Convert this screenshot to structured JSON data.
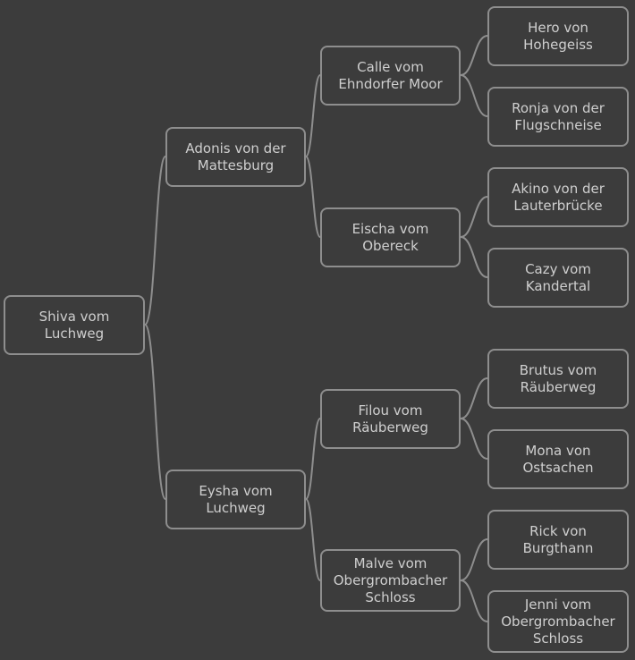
{
  "pedigree": {
    "subject": "Shiva vom\nLuchweg",
    "sire": "Adonis von der\nMattesburg",
    "dam": "Eysha vom\nLuchweg",
    "sire_sire": "Calle vom\nEhndorfer Moor",
    "sire_dam": "Eischa vom\nObereck",
    "dam_sire": "Filou vom\nRäuberweg",
    "dam_dam": "Malve vom\nObergrombacher\nSchloss",
    "ss_sire": "Hero von\nHohegeiss",
    "ss_dam": "Ronja von der\nFlugschneise",
    "sd_sire": "Akino von der\nLauterbrücke",
    "sd_dam": "Cazy vom\nKandertal",
    "ds_sire": "Brutus vom\nRäuberweg",
    "ds_dam": "Mona von\nOstsachen",
    "dd_sire": "Rick von\nBurgthann",
    "dd_dam": "Jenni vom\nObergrombacher\nSchloss"
  },
  "colors": {
    "background": "#3c3c3c",
    "border": "#8e8e8e",
    "text": "#cfcfcf",
    "connector": "#8e8e8e"
  }
}
